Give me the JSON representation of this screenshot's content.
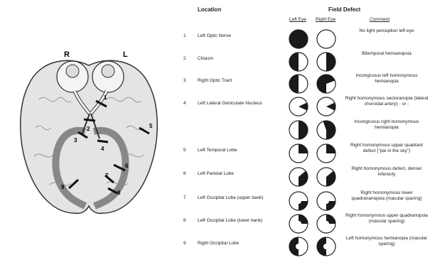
{
  "brain": {
    "label_r": "R",
    "label_l": "L",
    "lesion_numbers": [
      "1",
      "2",
      "3",
      "4",
      "5",
      "6",
      "7",
      "8",
      "9"
    ]
  },
  "header": {
    "location": "Location",
    "field_defect": "Field  Defect",
    "left_eye": "Left Eye",
    "right_eye": "Right Eye",
    "comment": "Comment"
  },
  "rows": [
    {
      "num": "1",
      "location": "Left Optic Nerve",
      "comment": "No light perception left eye",
      "left": "full",
      "right": "none"
    },
    {
      "num": "2",
      "location": "Chiasm",
      "comment": "Bitemporal hemianopsia",
      "left": "left-half",
      "right": "right-half"
    },
    {
      "num": "3",
      "location": "Right Optic Tract",
      "comment": "Incongruous left homonymous hemianopia",
      "left": "left-half",
      "right": "left-upper-partial"
    },
    {
      "num": "4",
      "location": "Left Lateral Geniculate Nucleus",
      "comment": "Right homonymous sectoranopia (lateral choroidal artery) - or -",
      "left": "right-wedge",
      "right": "right-wedge"
    },
    {
      "num": "",
      "location": "",
      "comment": "Incongruous right homonymous hemianopia",
      "left": "right-half",
      "right": "right-large"
    },
    {
      "num": "5",
      "location": "Left Temporal Lobe",
      "comment": "Right homonymous upper quadrant defect (\"pie in the sky\")",
      "left": "right-upper",
      "right": "right-upper"
    },
    {
      "num": "6",
      "location": "Left Parietal Lobe",
      "comment": "Right homonymous defect, denser inferiorly",
      "left": "right-lower-dense",
      "right": "right-lower-dense"
    },
    {
      "num": "7",
      "location": "Left Occipital Lobe (upper bank)",
      "comment": "Right homonymous lower quadrananopsia (macular sparing)",
      "left": "right-lower-spare",
      "right": "right-lower-spare"
    },
    {
      "num": "8",
      "location": "Left Occipital Lobe (lower bank)",
      "comment": "Right homonymous upper quadranopsia (macular sparing)",
      "left": "right-upper-spare",
      "right": "right-upper-spare"
    },
    {
      "num": "9",
      "location": "Right Occipital Lobe",
      "comment": "Left homonymous hemianopia (macular sparing)",
      "left": "left-half-spare",
      "right": "left-half-spare"
    }
  ]
}
